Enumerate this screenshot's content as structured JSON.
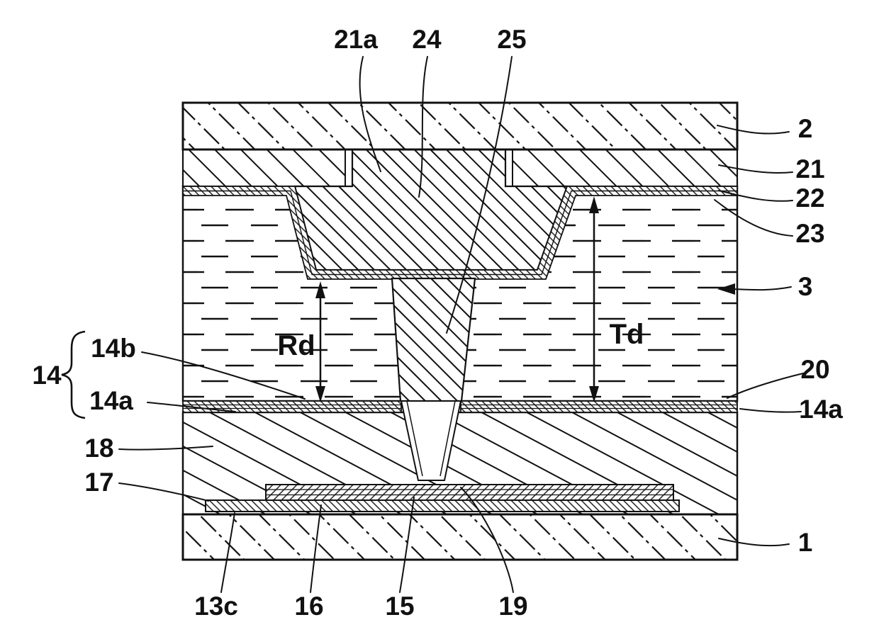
{
  "figure": {
    "kind": "patent cross-section diagram of layered display device",
    "ink": "#111111",
    "background": "#ffffff"
  },
  "labels": {
    "ref_21a": "21a",
    "ref_24": "24",
    "ref_25": "25",
    "ref_2": "2",
    "ref_21": "21",
    "ref_22": "22",
    "ref_23": "23",
    "ref_3": "3",
    "ref_20": "20",
    "ref_14a_right": "14a",
    "ref_1": "1",
    "ref_14": "14",
    "ref_14b": "14b",
    "ref_14a_left": "14a",
    "ref_18": "18",
    "ref_17": "17",
    "ref_13c": "13c",
    "ref_16": "16",
    "ref_15": "15",
    "ref_19": "19"
  },
  "dimensions": {
    "rd": "Rd",
    "td": "Td"
  }
}
